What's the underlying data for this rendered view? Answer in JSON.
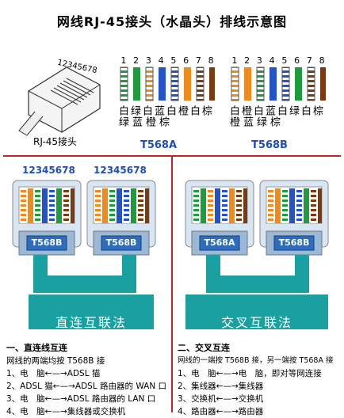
{
  "title": "网线RJ-45接头（水晶头）排线示意图",
  "plug": {
    "pins": "12345678",
    "label": "RJ-45接头"
  },
  "t568a": {
    "numbers": [
      "1",
      "2",
      "3",
      "4",
      "5",
      "6",
      "7",
      "8"
    ],
    "top": [
      "白",
      "绿",
      "白",
      "蓝",
      "白",
      "橙",
      "白",
      "棕"
    ],
    "bottom": [
      "绿",
      "",
      "蓝",
      "",
      "橙",
      "",
      "棕",
      ""
    ],
    "label": "T568A"
  },
  "t568b": {
    "numbers": [
      "1",
      "2",
      "3",
      "4",
      "5",
      "6",
      "7",
      "8"
    ],
    "top": [
      "白",
      "橙",
      "白",
      "蓝",
      "白",
      "绿",
      "白",
      "棕"
    ],
    "bottom": [
      "橙",
      "",
      "蓝",
      "",
      "绿",
      "",
      "棕",
      ""
    ],
    "label": "T568B"
  },
  "straight": {
    "left_pins": "12345678",
    "right_pins": "12345678",
    "left_label": "T568B",
    "right_label": "T568B",
    "band": "直连互联法",
    "heading": "一、直连线互连",
    "sub": "网线的两端均按 T568B 接",
    "lines": [
      "1、电　脑←—→ADSL 猫",
      "2、ADSL 猫←—→ADSL 路由器的 WAN 口",
      "3、电　脑←—→ADSL 路由器的 LAN 口",
      "4、电　脑←—→集线器或交换机"
    ]
  },
  "crossover": {
    "left_label": "T568A",
    "right_label": "T568B",
    "band": "交叉互联法",
    "heading": "二、交叉互连",
    "sub": "网线的一端按 T568B 接，另一端按 T568A 接",
    "lines": [
      "1、电　脑←—→电　脑，即对等网连接",
      "2、集线器←—→集线器",
      "3、交换机←—→交换机",
      "4、路由器←—→路由器"
    ]
  },
  "colors": {
    "blue_band": "#2e6dbd",
    "teal_band": "#1aa0a0",
    "divider": "#cc2222",
    "orange": "#f08a1c",
    "green": "#1e9b3c",
    "blue": "#2452c8",
    "brown": "#7a3b12"
  }
}
